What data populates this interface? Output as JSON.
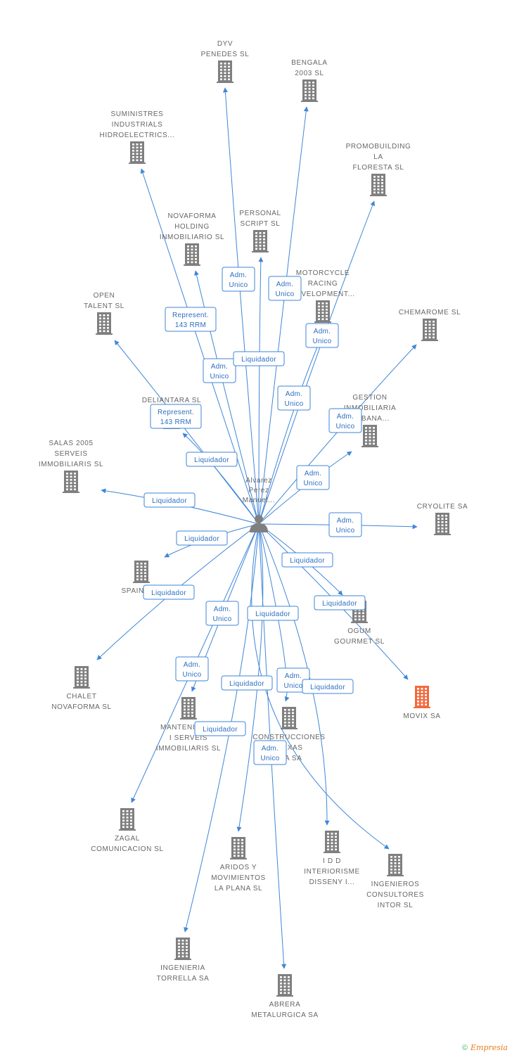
{
  "colors": {
    "edge": "#3f86d8",
    "company": "#7f7f7f",
    "highlight": "#f26a3e",
    "person": "#7f7f7f"
  },
  "center": {
    "label_lines": [
      "Alvarez",
      "Perez",
      "Manuel..."
    ],
    "icon": "person-icon"
  },
  "companies": [
    {
      "id": "dyv",
      "lines": [
        "DYV",
        "PENEDES SL"
      ],
      "icon": "building-icon"
    },
    {
      "id": "bengala",
      "lines": [
        "BENGALA",
        "2003 SL"
      ],
      "icon": "building-icon"
    },
    {
      "id": "suministres",
      "lines": [
        "SUMINISTRES",
        "INDUSTRIALS",
        "HIDROELECTRICS..."
      ],
      "icon": "building-icon"
    },
    {
      "id": "promobuilding",
      "lines": [
        "PROMOBUILDING",
        "LA",
        "FLORESTA SL"
      ],
      "icon": "building-icon"
    },
    {
      "id": "novaforma-holding",
      "lines": [
        "NOVAFORMA",
        "HOLDING",
        "INMOBILIARIO SL"
      ],
      "icon": "building-icon"
    },
    {
      "id": "personal-script",
      "lines": [
        "PERSONAL",
        "SCRIPT SL"
      ],
      "icon": "building-icon"
    },
    {
      "id": "motorcycle",
      "lines": [
        "MOTORCYCLE",
        "RACING",
        "DEVELOPMENT..."
      ],
      "icon": "building-icon"
    },
    {
      "id": "open-talent",
      "lines": [
        "OPEN",
        "TALENT SL"
      ],
      "icon": "building-icon"
    },
    {
      "id": "chemarome",
      "lines": [
        "CHEMAROME SL"
      ],
      "icon": "building-icon"
    },
    {
      "id": "deliantara",
      "lines": [
        "DELIANTARA SL"
      ],
      "icon": "building-icon"
    },
    {
      "id": "gestion",
      "lines": [
        "GESTION",
        "INMOBILIARIA",
        "URBANA..."
      ],
      "icon": "building-icon"
    },
    {
      "id": "salas",
      "lines": [
        "SALAS 2005",
        "SERVEIS",
        "IMMOBILIARIS SL"
      ],
      "icon": "building-icon"
    },
    {
      "id": "cryolite",
      "lines": [
        "CRYOLITE SA"
      ],
      "icon": "building-icon"
    },
    {
      "id": "spainsk",
      "lines": [
        "SPAINSK..."
      ],
      "icon": "building-icon"
    },
    {
      "id": "ogum",
      "lines": [
        "OGUM",
        "GOURMET SL"
      ],
      "icon": "building-icon"
    },
    {
      "id": "chalet",
      "lines": [
        "CHALET",
        "NOVAFORMA SL"
      ],
      "icon": "building-icon"
    },
    {
      "id": "movix",
      "lines": [
        "MOVIX SA"
      ],
      "icon": "building-icon",
      "highlight": true
    },
    {
      "id": "manteniment",
      "lines": [
        "MANTENIMENT",
        "I SERVEIS",
        "IMMOBILIARIS SL"
      ],
      "icon": "building-icon"
    },
    {
      "id": "construcciones",
      "lines": [
        "CONSTRUCCIONES",
        "TEIXAS",
        "MIA SA"
      ],
      "icon": "building-icon"
    },
    {
      "id": "zagal",
      "lines": [
        "ZAGAL",
        "COMUNICACION SL"
      ],
      "icon": "building-icon"
    },
    {
      "id": "aridos",
      "lines": [
        "ARIDOS Y",
        "MOVIMIENTOS",
        "LA PLANA SL"
      ],
      "icon": "building-icon"
    },
    {
      "id": "idd",
      "lines": [
        "I D D",
        "INTERIORISME",
        "DISSENY I..."
      ],
      "icon": "building-icon"
    },
    {
      "id": "ingenieros",
      "lines": [
        "INGENIEROS",
        "CONSULTORES",
        "INTOR SL"
      ],
      "icon": "building-icon"
    },
    {
      "id": "torrella",
      "lines": [
        "INGENIERIA",
        "TORRELLA SA"
      ],
      "icon": "building-icon"
    },
    {
      "id": "abrera",
      "lines": [
        "ABRERA",
        "METALURGICA SA"
      ],
      "icon": "building-icon"
    }
  ],
  "relations": [
    {
      "target": "dyv",
      "lines": [
        "Adm.",
        "Unico"
      ]
    },
    {
      "target": "bengala",
      "lines": [
        "Adm.",
        "Unico"
      ]
    },
    {
      "target": "suministres",
      "lines": [
        "Represent.",
        "143 RRM"
      ]
    },
    {
      "target": "promobuilding",
      "lines": [
        "Adm.",
        "Unico"
      ]
    },
    {
      "target": "novaforma-holding",
      "lines": [
        "Adm.",
        "Unico"
      ]
    },
    {
      "target": "personal-script",
      "lines": [
        "Liquidador"
      ]
    },
    {
      "target": "motorcycle",
      "lines": [
        "Adm.",
        "Unico"
      ]
    },
    {
      "target": "open-talent",
      "lines": [
        "Represent.",
        "143 RRM"
      ]
    },
    {
      "target": "chemarome",
      "lines": [
        "Adm.",
        "Unico"
      ]
    },
    {
      "target": "deliantara",
      "lines": [
        "Liquidador"
      ]
    },
    {
      "target": "gestion",
      "lines": [
        "Adm.",
        "Unico"
      ]
    },
    {
      "target": "salas",
      "lines": [
        "Liquidador"
      ]
    },
    {
      "target": "cryolite",
      "lines": [
        "Adm.",
        "Unico"
      ]
    },
    {
      "target": "spainsk",
      "lines": [
        "Liquidador"
      ]
    },
    {
      "target": "ogum",
      "lines": [
        "Liquidador"
      ]
    },
    {
      "target": "chalet",
      "lines": [
        "Liquidador"
      ]
    },
    {
      "target": "movix",
      "lines": [
        "Liquidador"
      ]
    },
    {
      "target": "manteniment",
      "lines": [
        "Adm.",
        "Unico"
      ]
    },
    {
      "target": "construcciones",
      "lines": [
        "Adm.",
        "Unico"
      ]
    },
    {
      "target": "zagal",
      "lines": [
        "Adm.",
        "Unico"
      ]
    },
    {
      "target": "aridos",
      "lines": [
        "Liquidador"
      ]
    },
    {
      "target": "idd",
      "lines": [
        "Liquidador"
      ]
    },
    {
      "target": "ingenieros",
      "lines": [
        "Liquidador"
      ]
    },
    {
      "target": "torrella",
      "lines": [
        "Liquidador"
      ]
    },
    {
      "target": "abrera",
      "lines": [
        "Adm.",
        "Unico"
      ]
    }
  ],
  "footer": {
    "copyright": "©",
    "brand": "Empresia"
  }
}
